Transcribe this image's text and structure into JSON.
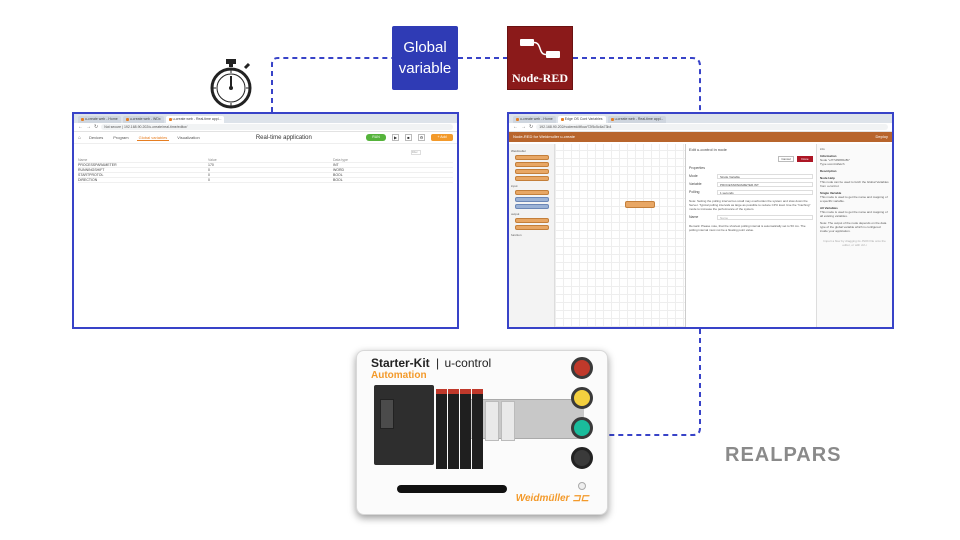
{
  "badges": {
    "global_variable": [
      "Global",
      "variable"
    ],
    "node_red": "Node-RED"
  },
  "left_window": {
    "tabs": [
      "u-create web - Home",
      "u-create web - WDx",
      "u-create web - Real-time appl..."
    ],
    "url": "Not secure | 192.168.90.202/u-create/real-time/editor/",
    "nav_tabs": [
      "Devices",
      "Program",
      "Global variables",
      "Visualization"
    ],
    "active_tab": "Global variables",
    "title": "Real-time application",
    "run_label": "RUN",
    "filter": "Filter",
    "columns": [
      "Name",
      "Value",
      "Data type"
    ],
    "rows": [
      [
        "PROCESSPARAMETER",
        "170",
        "INT"
      ],
      [
        "RUNNINGSHIFT",
        "0",
        "WORD"
      ],
      [
        "STARTPROTOL",
        "0",
        "BOOL"
      ],
      [
        "DIRECTION",
        "0",
        "BOOL"
      ]
    ]
  },
  "right_window": {
    "tabs": [
      "u-create web - Home",
      "Edge OS Cont Variables",
      "u-create web - Real-time appl..."
    ],
    "url": "192.168.90.202/nodered/#flow/72f5c5c6a73b4",
    "header_title": "Node-RED for Weidmuller u-create",
    "deploy": "Deploy",
    "palette_categories": [
      "Weidmuller",
      "input",
      "output",
      "function"
    ],
    "edit_title": "Edit u-control in node",
    "cancel": "Cancel",
    "done": "Done",
    "properties": "Properties",
    "fields": [
      {
        "label": "Mode",
        "value": "Single Variable"
      },
      {
        "label": "Variable",
        "value": "PROCESSPARAMETER.INT"
      },
      {
        "label": "Polling",
        "value": "1          seconds"
      }
    ],
    "note": "Note: Setting the polling interval too small may overburden the system and slow down the Server. Typical polling intervals as large as possible to reduce CPU load. Use the \"Caching\" mode to increase the performance of the system.",
    "name_label": "Name",
    "name_placeholder": "Name",
    "remark": "Remark: Please note, that the shortest polling interval is automatically set to 50 ms. The polling interval must not be a floating point value.",
    "help": {
      "header": "info",
      "information": "Information",
      "node_label": "Node",
      "node_value": "\"e7f7df38b5c8b\"",
      "type_label": "Type",
      "type_value": "ucontrolfetch",
      "description": "Description",
      "node_help": "Node Help",
      "help_text": "This node can be used to fetch the Global Variables from u-control.",
      "single_variable_title": "Single Variable",
      "single_variable_text": "This mode is used to get the name and mapping of a specific variable.",
      "all_variables_title": "All Variables",
      "all_variables_text": "This mode is used to get the name and mapping of all existing variables.",
      "note": "Note: The output of the node depends on the data type of the global variable which is configured inside your application."
    },
    "footer_hint": "Import a flow by dragging its JSON file onto the editor, or with ctrl-i"
  },
  "device": {
    "title_left": "Starter-Kit",
    "title_right": "u-control",
    "subtitle": "Automation",
    "brand": "Weidmüller"
  },
  "watermark": "REALPARS",
  "colors": {
    "badge_blue": "#2f3bb5",
    "node_red": "#8b1a1a",
    "frame": "#3843c8",
    "accent": "#f39a2b",
    "lamp_red": "#c0392b",
    "lamp_yellow": "#f4d03f",
    "lamp_green": "#1abc9c",
    "lamp_dark": "#3a3a3a"
  }
}
